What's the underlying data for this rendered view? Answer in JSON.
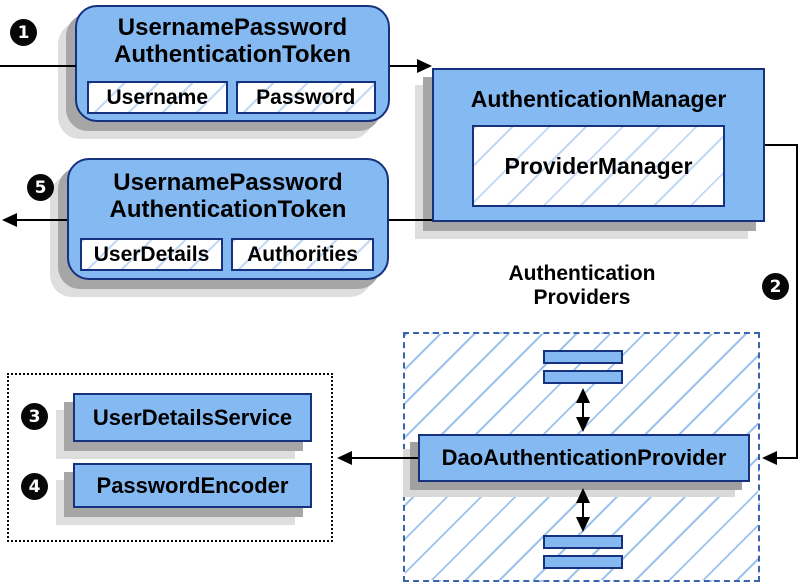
{
  "steps": {
    "s1": "1",
    "s2": "2",
    "s3": "3",
    "s4": "4",
    "s5": "5"
  },
  "request_token": {
    "title_line1": "UsernamePassword",
    "title_line2": "AuthenticationToken",
    "fields": [
      "Username",
      "Password"
    ]
  },
  "auth_manager": {
    "title": "AuthenticationManager",
    "inner": "ProviderManager"
  },
  "response_token": {
    "title_line1": "UsernamePassword",
    "title_line2": "AuthenticationToken",
    "fields": [
      "UserDetails",
      "Authorities"
    ]
  },
  "providers": {
    "label_line1": "Authentication",
    "label_line2": "Providers",
    "provider": "DaoAuthenticationProvider"
  },
  "services": {
    "items": [
      "UserDetailsService",
      "PasswordEncoder"
    ]
  },
  "colors": {
    "node_fill": "#85b9f2",
    "node_border": "#16317d",
    "hatch_line": "#9cc3ee",
    "dashed_group_border": "#3a64ae",
    "shadow_dark": "#a6a6a6",
    "shadow_light": "#dedede",
    "arrow": "#000000",
    "badge_bg": "#070707",
    "badge_text": "#ffffff"
  }
}
